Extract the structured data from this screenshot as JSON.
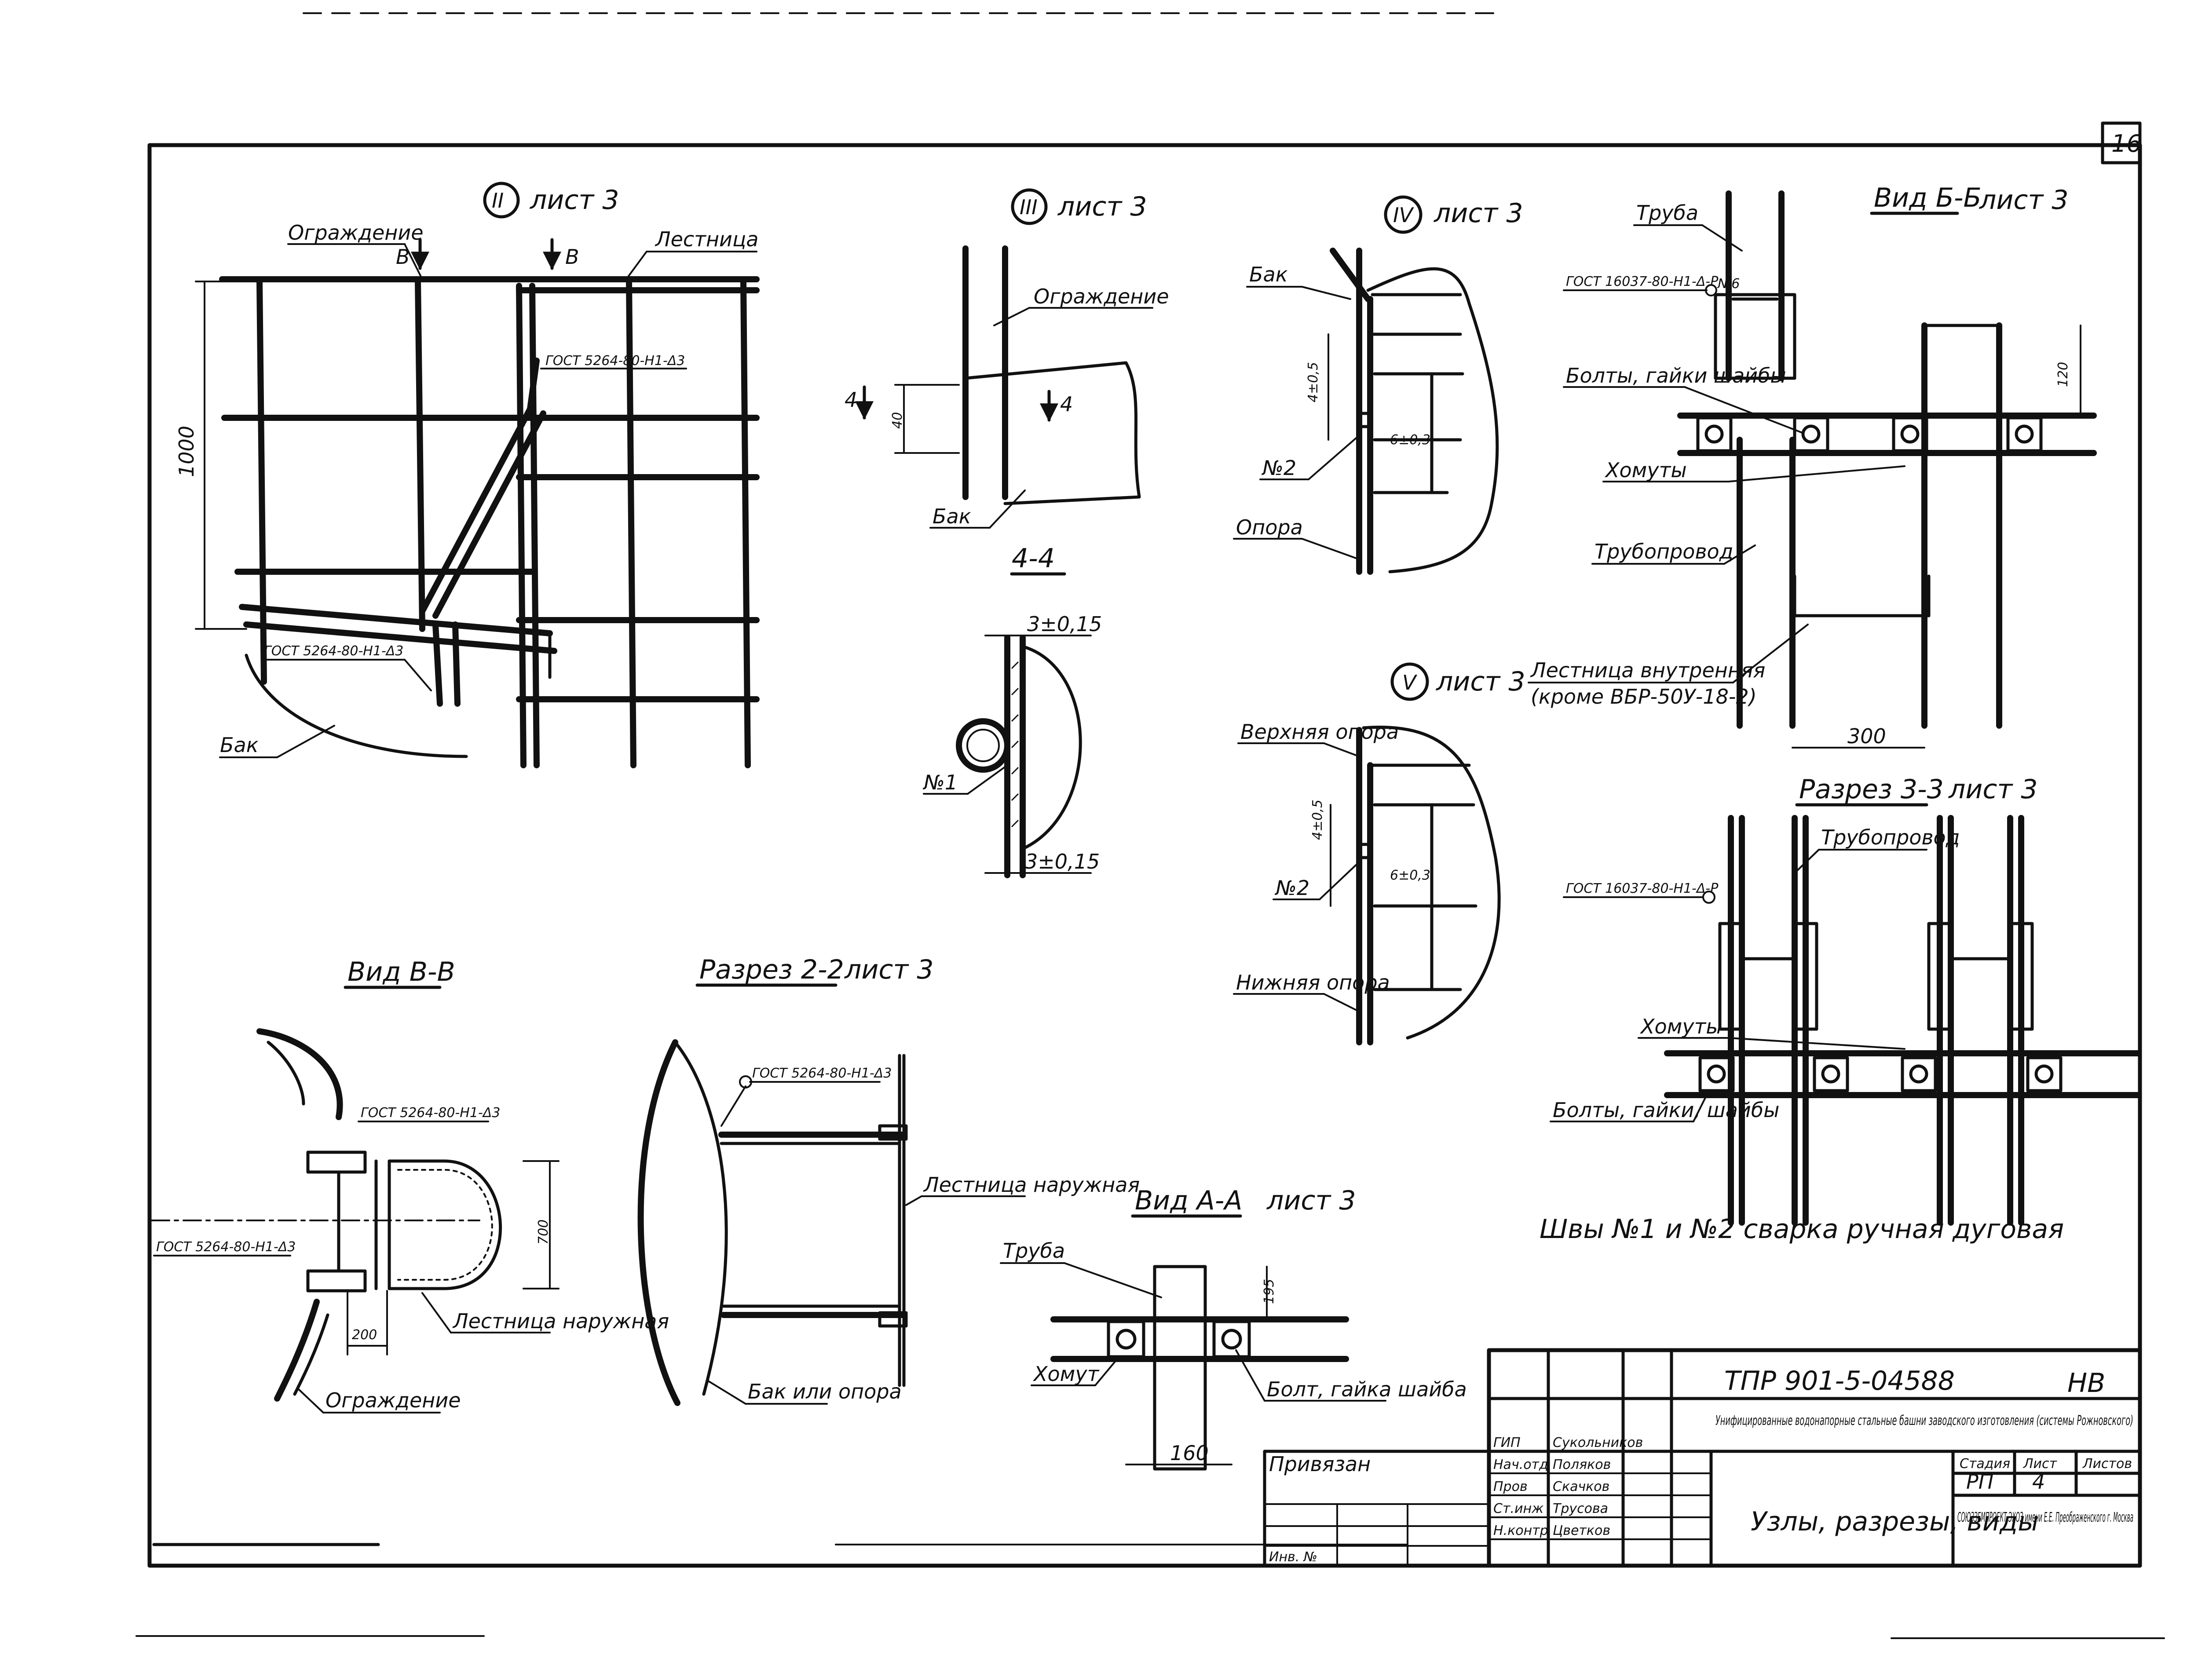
{
  "sheet": {
    "number": "16"
  },
  "views": {
    "node2": {
      "title": "лист 3",
      "roman": "II",
      "label_guard": "Ограждение",
      "label_ladder": "Лестница",
      "label_tank": "Бак",
      "weld": "ГОСТ 5264-80-Н1-Δ3",
      "weld2": "ГОСТ 5264-80-Н1-Δ3",
      "dim": "1000",
      "section_mark": "В"
    },
    "node3": {
      "title": "лист 3",
      "roman": "III",
      "label_guard": "Ограждение",
      "label_tank": "Бак",
      "dim": "40",
      "section_mark": "4"
    },
    "sec44": {
      "title": "4-4",
      "dim_top": "3±0,15",
      "dim_bot": "3±0,15",
      "weld_no": "№1"
    },
    "node4": {
      "title": "лист 3",
      "roman": "IV",
      "label_tank": "Бак",
      "label_support": "Опора",
      "weld_no": "№2",
      "dim1": "4±0,5",
      "dim2": "6±0,3"
    },
    "node5": {
      "title": "лист 3",
      "roman": "V",
      "label_upper": "Верхняя опора",
      "label_lower": "Нижняя опора",
      "weld_no": "№2",
      "dim1": "4±0,5",
      "dim2": "6±0,3"
    },
    "viewBB": {
      "title": "Вид Б-Б",
      "ref": "лист 3",
      "label_pipe": "Труба",
      "weld": "ГОСТ 16037-80-Н1-Δ-Р",
      "weld_size": "№6",
      "label_bolts": "Болты, гайки шайбы",
      "label_clamps": "Хомуты",
      "label_pipeline": "Трубопровод",
      "label_inner": "Лестница внутренняя",
      "label_except": "(кроме ВБР-50У-18-2)",
      "dim_gap": "120",
      "dim_width": "300"
    },
    "viewVV": {
      "title": "Вид В-В",
      "weld": "ГОСТ 5264-80-Н1-Δ3",
      "weld2": "ГОСТ 5264-80-Н1-Δ3",
      "label_ladder": "Лестница наружная",
      "label_guard": "Ограждение",
      "dim_200": "200",
      "dim_700": "700"
    },
    "sec22": {
      "title": "Разрез 2-2",
      "ref": "лист 3",
      "weld": "ГОСТ 5264-80-Н1-Δ3",
      "label_ladder": "Лестница наружная",
      "label_tank": "Бак или опора"
    },
    "viewAA": {
      "title": "Вид А-А",
      "ref": "лист 3",
      "label_pipe": "Труба",
      "label_clamp": "Хомут",
      "label_bolt": "Болт, гайка шайба",
      "dim_195": "195",
      "dim_160": "160"
    },
    "sec33": {
      "title": "Разрез 3-3",
      "ref": "лист 3",
      "weld": "ГОСТ 16037-80-Н1-Δ-Р",
      "label_pipeline": "Трубопровод",
      "label_clamps": "Хомуты",
      "label_bolts": "Болты, гайки, шайбы"
    },
    "note": "Швы №1 и №2 сварка ручная дуговая"
  },
  "title_block": {
    "code": "ТПР 901-5-04588",
    "mark": "НВ",
    "description": "Унифицированные водонапорные стальные башни заводского изготовления (системы Рожновского)",
    "bound": "Привязан",
    "inv": "Инв. №",
    "stage_h": "Стадия",
    "sheet_h": "Лист",
    "sheets_h": "Листов",
    "stage": "РП",
    "sheet_no": "4",
    "drawing_title": "Узлы, разрезы, виды",
    "org": "СОЮЗЗЕМПРОЕКТ ЭХОЗ имени Е.Е. Преображенского г. Москва",
    "staff": [
      {
        "role": "ГИП",
        "name": "Сукольников"
      },
      {
        "role": "Нач.отд",
        "name": "Поляков"
      },
      {
        "role": "Пров",
        "name": "Скачков"
      },
      {
        "role": "Ст.инж",
        "name": "Трусова"
      },
      {
        "role": "Н.контр",
        "name": "Цветков"
      }
    ]
  }
}
